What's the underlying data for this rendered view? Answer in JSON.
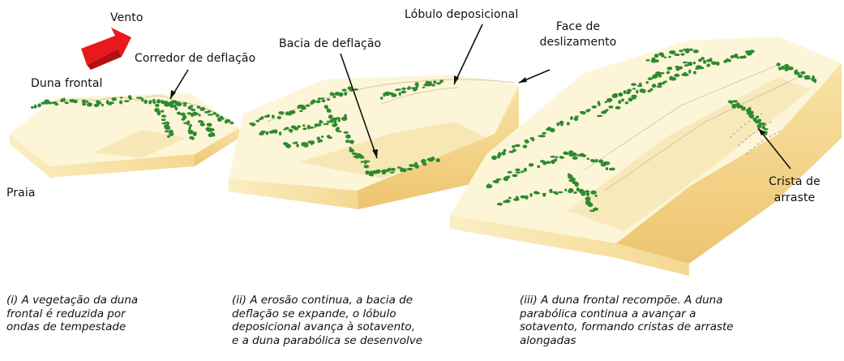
{
  "labels": {
    "wind": "Vento",
    "foredune": "Duna frontal",
    "deflation_corridor": "Corredor de deflação",
    "beach": "Praia",
    "deflation_basin": "Bacia de deflação",
    "depositional_lobe": "Lóbulo deposicional",
    "slip_face": "Face de\ndeslizamento",
    "trailing_ridge": "Crista de\narraste"
  },
  "captions": [
    "(i) A vegetação da duna\nfrontal é reduzida por\nondas de tempestade",
    "(ii) A erosão continua, a bacia de\ndeflação se expande, o lóbulo\ndeposicional avança à sotavento,\ne a duna parabólica se desenvolve",
    "(iii) A duna frontal recompõe. A duna\nparabólica continua a avançar a\nsotavento, formando cristas de arraste\nalongadas"
  ],
  "colors": {
    "sand_top": "#fbf3d2",
    "sand_light": "#fdf8e4",
    "sand_shade": "#f3dfa3",
    "sand_side": "#f5d98e",
    "sand_side_dark": "#eec46f",
    "vegetation": "#2e8a2e",
    "wind_arrow": "#e8191b"
  },
  "icons": {
    "wind_arrow": "wind-arrow-icon"
  }
}
